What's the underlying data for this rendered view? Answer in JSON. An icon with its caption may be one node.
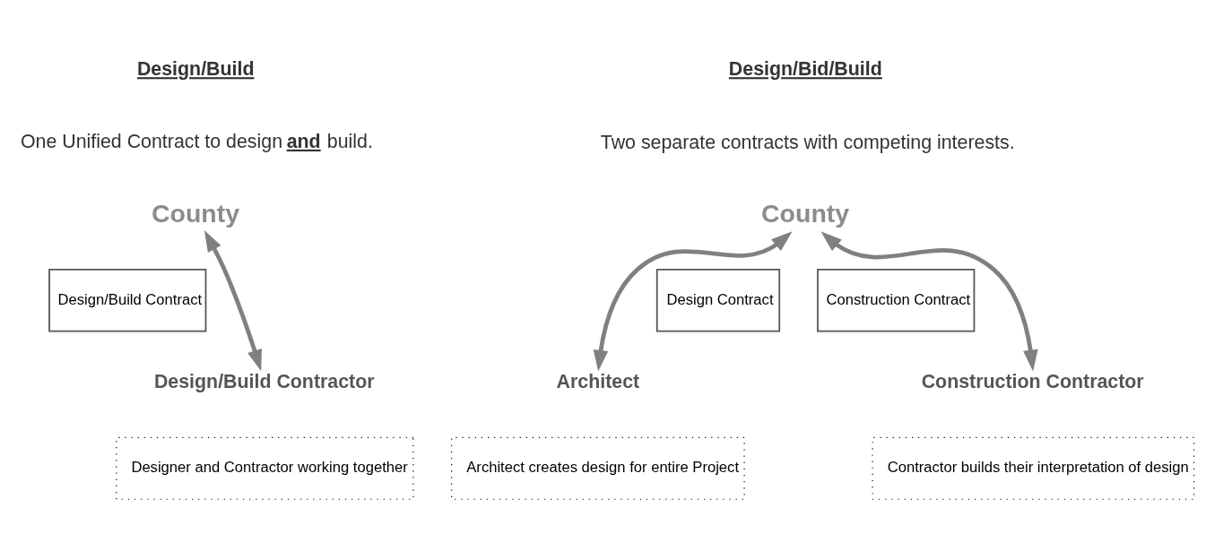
{
  "diagram": {
    "nodes": [
      {
        "text": [
          "County"
        ]
      },
      {
        "text": [
          "Design/Build Contract"
        ]
      },
      {
        "text": [
          "Design/Build Contractor"
        ]
      },
      {
        "text": [
          "Designer and Contractor working together"
        ]
      },
      {
        "text": [
          "County"
        ]
      },
      {
        "text": [
          "Design Contract"
        ]
      },
      {
        "text": [
          "Construction Contract"
        ]
      },
      {
        "text": [
          "Architect"
        ]
      },
      {
        "text": [
          "Construction Contractor"
        ]
      },
      {
        "text": [
          "Architect creates design for entire Project"
        ]
      },
      {
        "text": [
          "Contractor builds their interpretation of design"
        ]
      }
    ],
    "edges": [
      {
        "from": 0,
        "to": 2,
        "arrow": "both"
      },
      {
        "from": 4,
        "to": 7,
        "arrow": "both"
      },
      {
        "from": 4,
        "to": 8,
        "arrow": "both"
      }
    ],
    "labels": [
      "Design/Build",
      "One Unified Contract to design **and** build.",
      "Design/Bid/Build",
      "Two separate contracts with competing interests."
    ]
  }
}
